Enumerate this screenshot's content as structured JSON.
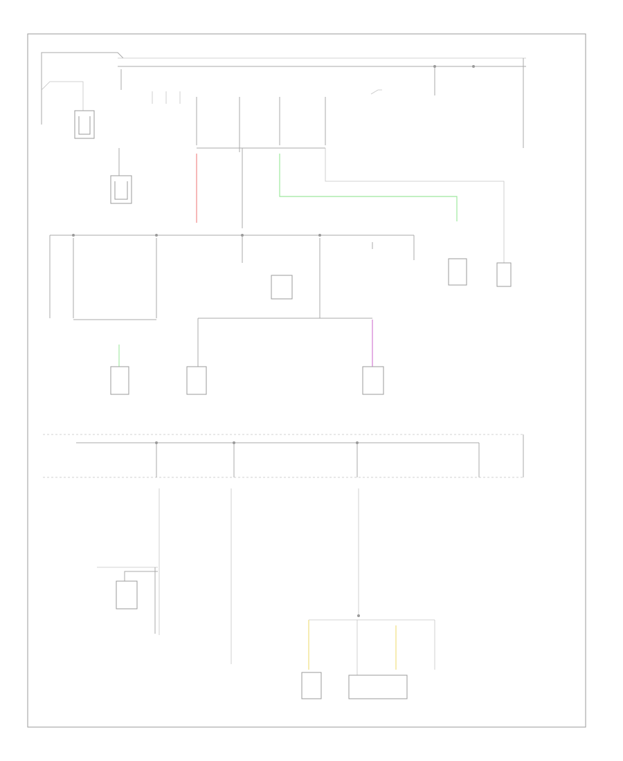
{
  "diagram": {
    "corner_label": "",
    "labels": {
      "hot_at_all_times": "",
      "battery": "",
      "starter": "",
      "alternator": "",
      "underhood_box": "",
      "under_dash_box": "",
      "fuse_labels": []
    },
    "colored_wires": [
      {
        "id": "red-wire",
        "color": "#f08a8a"
      },
      {
        "id": "green-wire-1",
        "color": "#9ee89e"
      },
      {
        "id": "green-wire-2",
        "color": "#a6e8a6"
      },
      {
        "id": "magenta-wire",
        "color": "#d27ad2"
      },
      {
        "id": "yellow-wire-1",
        "color": "#f0e080"
      },
      {
        "id": "yellow-wire-2",
        "color": "#f0e080"
      }
    ]
  }
}
